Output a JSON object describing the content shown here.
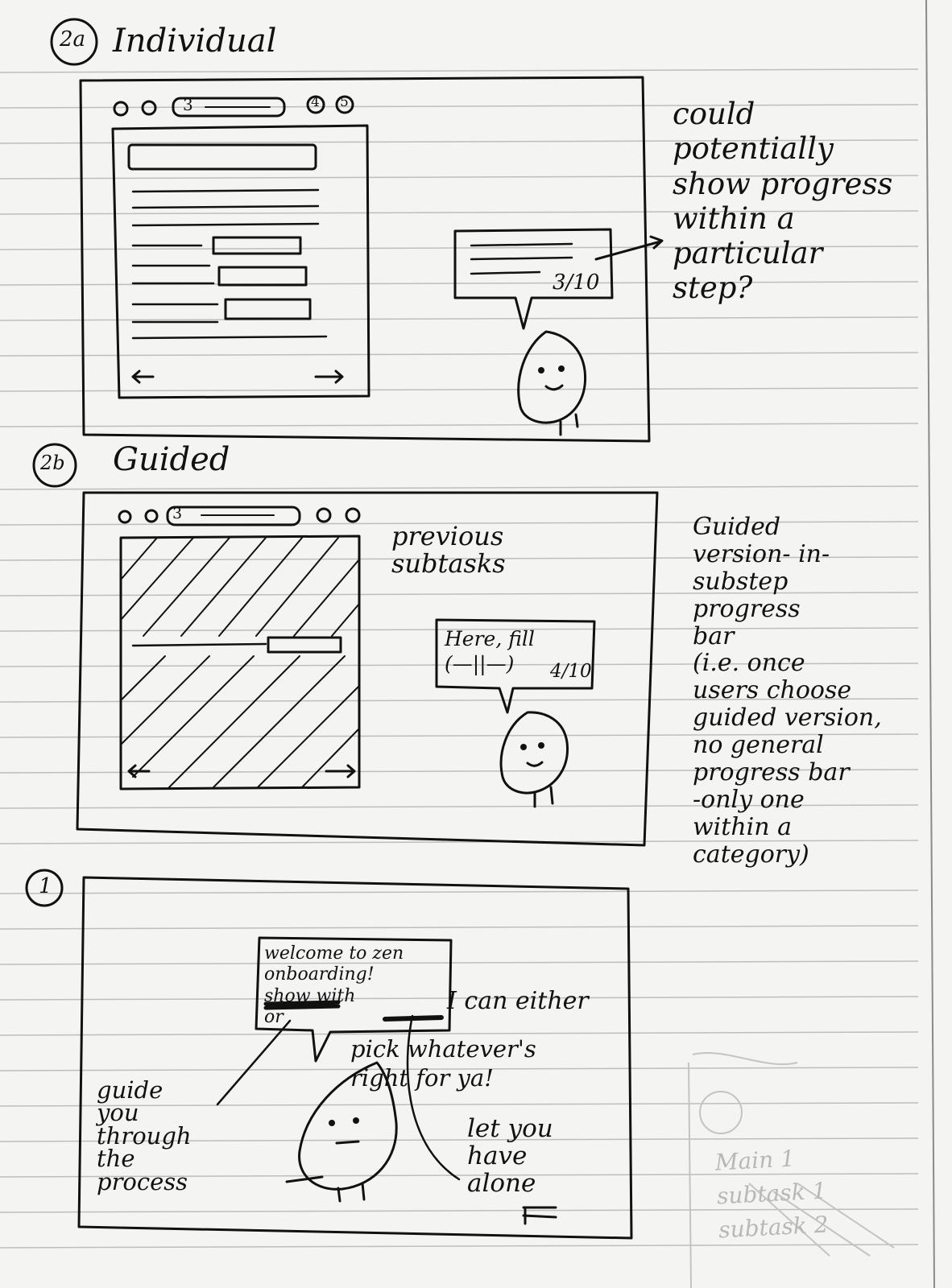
{
  "sections": {
    "individual": {
      "number": "2a",
      "title": "Individual",
      "progress_label": "3/10",
      "stepper_current": "3",
      "stepper_right": [
        "4",
        "5"
      ],
      "note": "could\npotentially\nshow progress\nwithin a\nparticular\nstep?"
    },
    "guided": {
      "number": "2b",
      "title": "Guided",
      "stepper_current": "3",
      "previous_label": "previous\nsubtasks",
      "bubble_text": "Here, fill\n(—||—)",
      "bubble_progress": "4/10",
      "note": "Guided\nversion- in-\nsubstep\nprogress\nbar\n(i.e. once\nusers choose\nguided version,\nno general\nprogress bar\n-only one\nwithin a\ncategory)"
    },
    "welcome": {
      "number": "1",
      "bubble_text": "welcome to zen\nonboarding!\nshow with\nor",
      "side_text": "I can either",
      "pick_text": "pick whatever's\nright for ya!",
      "guide_text": "guide\nyou\nthrough\nthe\nprocess",
      "alone_text": "let you\nhave\nalone"
    }
  },
  "faint_notes": {
    "bleed": "Main 1\nsubtask 1\nsubtask 2"
  },
  "colors": {
    "ink": "#111111",
    "paper": "#f4f4f2",
    "rule": "#bdbdbd",
    "faint": "#c4c4c4"
  },
  "icons": [
    "lemon-mascot",
    "left-arrow-icon",
    "right-arrow-icon",
    "step-circle-icon"
  ]
}
